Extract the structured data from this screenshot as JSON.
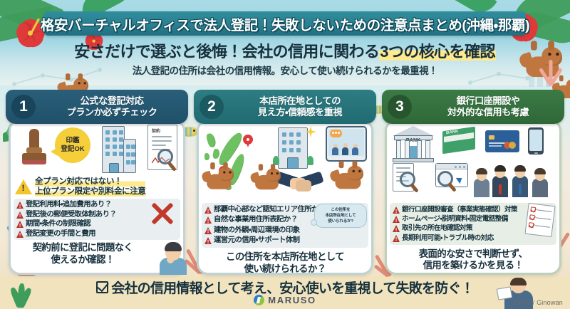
{
  "header": {
    "title": "格安バーチャルオフィスで法人登記！失敗しないための注意点まとめ(沖縄・那覇)",
    "subtitle_plain": "安さだけで選ぶと後悔！会社の信用に関わる",
    "subtitle_highlight": "3つの核心を確認",
    "lead": "法人登記の住所は会社の信用情報。安心して使い続けられるかを最重視！"
  },
  "columns": [
    {
      "number": "1",
      "heading_line1": "公式な登記対応",
      "heading_line2": "プランか必ずチェック",
      "accent": "#20506a",
      "art_labels": {
        "stamp_badge_line1": "印鑑",
        "stamp_badge_line2": "登記OK",
        "document_title": "契約"
      },
      "callout_line1": "全プラン対応ではない！",
      "callout_line2": "上位プラン限定や別料金に注意",
      "bullets": [
        "登記利用料・追加費用あり？",
        "登記後の郵便受取体制あり？",
        "期間・条件の制限確認",
        "登記変更の手間と費用"
      ],
      "conclusion_line1": "契約前に登記に問題なく",
      "conclusion_line2": "使えるか確認！"
    },
    {
      "number": "2",
      "heading_line1": "本店所在地としての",
      "heading_line2": "見え方・信頼感を重視",
      "accent": "#216a71",
      "thought_bubble": [
        "この住所を",
        "本店所在地として",
        "使いられるか?"
      ],
      "bullets": [
        "那覇中心部など認知エリア住所か？",
        "自然な事業用住所表記か？",
        "建物の外観・周辺環境の印象",
        "運営元の信用・サポート体制"
      ],
      "conclusion_line1": "この住所を本店所在地として",
      "conclusion_line2": "使い続けられるか？"
    },
    {
      "number": "3",
      "heading_line1": "銀行口座開設や",
      "heading_line2": "対外的な信用も考慮",
      "accent": "#2f6838",
      "art_labels": {
        "bank_sign": "BANK",
        "passbook_sign": "BANK"
      },
      "bullets": [
        "銀行口座開設審査（事業実態確認）対策",
        "ホームページ・説明資料・固定電話整備",
        "取引先の所在地確認対策",
        "長期利用可能・トラブル時の対応"
      ],
      "conclusion_line1": "表面的な安さで判断せず、",
      "conclusion_line2": "信用を築けるかを見る！"
    }
  ],
  "footer": {
    "summary": "会社の信用情報として考え、安心使いを重視して失敗を防ぐ！",
    "brand": "MARUSO",
    "datestamp": "DATE / Ginowan"
  },
  "colors": {
    "sea": "#a9dbe6",
    "sand": "#f0e7d6",
    "title_band": "#2b8091",
    "highlight": "#ffe98f",
    "warn_red": "#b8342c",
    "warn_yellow": "#f3c52c"
  }
}
